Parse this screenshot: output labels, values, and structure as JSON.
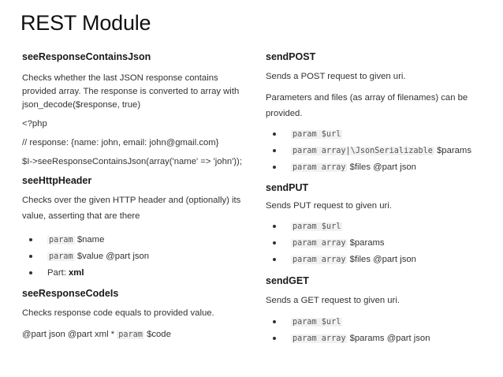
{
  "page_title": "REST Module",
  "left": {
    "s1": {
      "heading": "seeResponseContainsJson",
      "desc": "Checks whether the last JSON response contains provided array. The response is converted to array with json_decode($response, true)",
      "php_open": "<?php",
      "comment": "// response: {name: john, email: john@gmail.com}",
      "call": "$I->seeResponseContainsJson(array('name' => 'john'));"
    },
    "s2": {
      "heading": "seeHttpHeader",
      "desc": "Checks over the given HTTP header and (optionally) its value, asserting that are there",
      "items": [
        {
          "code": "param",
          "text": "$name"
        },
        {
          "code": "param",
          "text": "$value @part json"
        },
        {
          "prefix": "Part:",
          "bold": "xml"
        }
      ]
    },
    "s3": {
      "heading": "seeResponseCodeIs",
      "desc": "Checks response code equals to provided value.",
      "tags_before": "@part json @part xml *",
      "code": "param",
      "tags_after": "$code"
    }
  },
  "right": {
    "s1": {
      "heading": "sendPOST",
      "desc": "Sends a POST request to given uri.",
      "desc2": "Parameters and files (as array of filenames) can be provided.",
      "items": [
        {
          "code": "param $url",
          "text": ""
        },
        {
          "code": "param array|\\JsonSerializable",
          "text": "$params"
        },
        {
          "code": "param array",
          "text": "$files @part json"
        }
      ]
    },
    "s2": {
      "heading": "sendPUT",
      "desc": "Sends PUT request to given uri.",
      "items": [
        {
          "code": "param $url",
          "text": ""
        },
        {
          "code": "param array",
          "text": "$params"
        },
        {
          "code": "param array",
          "text": "$files @part json"
        }
      ]
    },
    "s3": {
      "heading": "sendGET",
      "desc": "Sends a GET request to given uri.",
      "items": [
        {
          "code": "param $url",
          "text": ""
        },
        {
          "code": "param array",
          "text": "$params @part json"
        }
      ]
    }
  }
}
